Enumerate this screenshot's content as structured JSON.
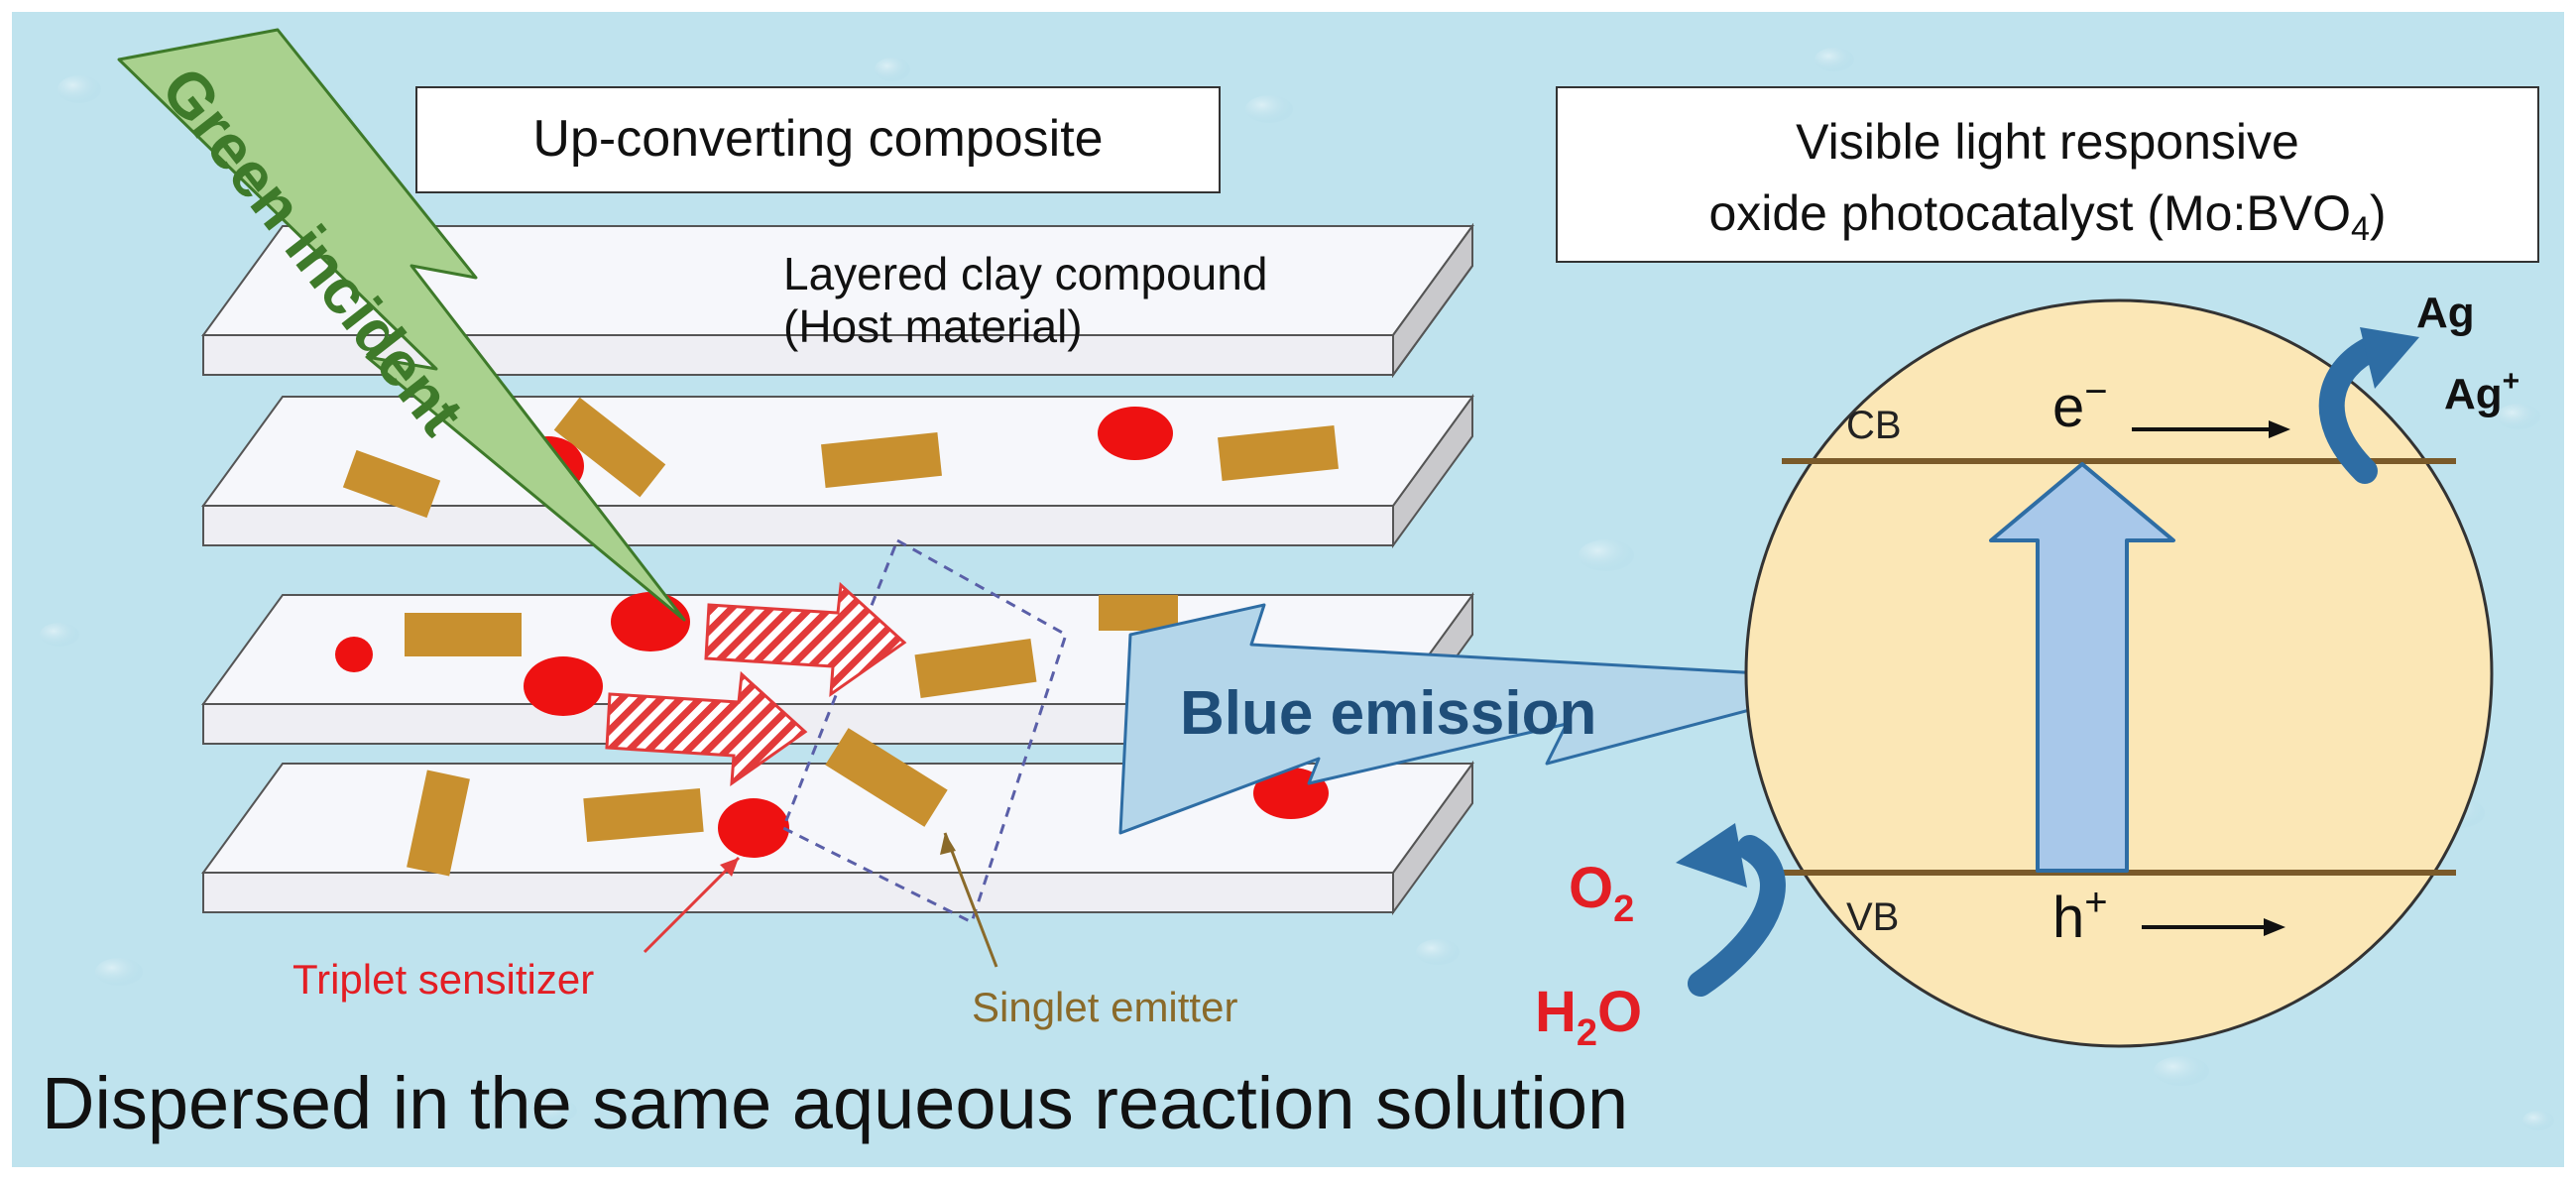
{
  "labels": {
    "upconverting": "Up-converting composite",
    "photocatalyst_line1": "Visible light responsive",
    "photocatalyst_line2_prefix": "oxide photocatalyst (Mo:BVO",
    "photocatalyst_line2_sub": "4",
    "photocatalyst_line2_suffix": ")",
    "clay_line1": "Layered clay compound",
    "clay_line2": "(Host material)",
    "green_incident": "Green incident",
    "blue_emission": "Blue emission",
    "triplet_sensitizer": "Triplet sensitizer",
    "singlet_emitter": "Singlet emitter",
    "cb": "CB",
    "vb": "VB",
    "electron": "e",
    "electron_sup": "−",
    "hole": "h",
    "hole_sup": "+",
    "ag": "Ag",
    "ag_ion": "Ag",
    "ag_ion_sup": "+",
    "o2_base": "O",
    "o2_sub": "2",
    "h2o_h": "H",
    "h2o_sub": "2",
    "h2o_o": "O",
    "footer": "Dispersed in the same aqueous reaction solution"
  },
  "colors": {
    "background": "#bfe3ee",
    "sheet_top": "#f6f7fb",
    "sheet_side": "#c9c9cc",
    "sensitizer": "#ee1111",
    "emitter": "#c8902f",
    "green_bolt": "#a9d18e",
    "green_text": "#3e7a2a",
    "blue_bolt": "#b4d6ea",
    "blue_text": "#1f4e79",
    "circle_fill": "#fbe7b6",
    "band_line": "#7a5a2a",
    "transfer_arrow": "#e23a3a",
    "red_text": "#e31e24",
    "catalysis_arrow": "#2e6da4",
    "vertical_arrow": "#a8c8ea"
  }
}
